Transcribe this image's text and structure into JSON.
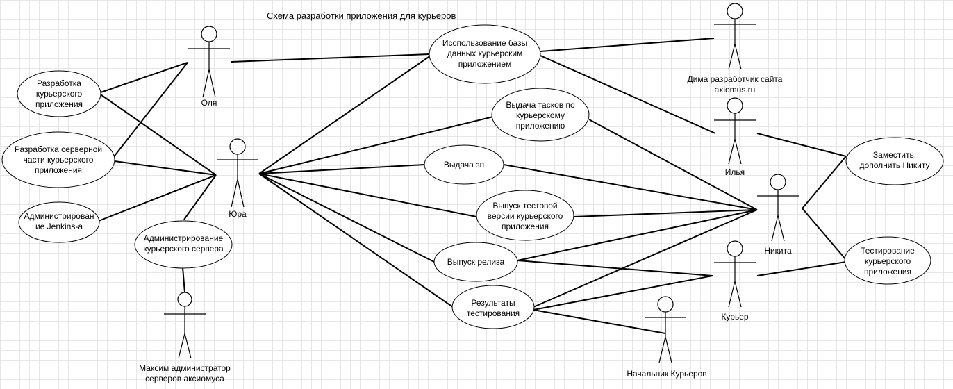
{
  "title": "Схема разработки приложения для курьеров",
  "actors": [
    {
      "id": "olya",
      "lines": [
        "Оля"
      ]
    },
    {
      "id": "yura",
      "lines": [
        "Юра"
      ]
    },
    {
      "id": "dima",
      "lines": [
        "Дима разработчик сайта",
        "axiomus.ru"
      ]
    },
    {
      "id": "ilya",
      "lines": [
        "Илья"
      ]
    },
    {
      "id": "nikita",
      "lines": [
        "Никита"
      ]
    },
    {
      "id": "courier",
      "lines": [
        "Курьер"
      ]
    },
    {
      "id": "boss",
      "lines": [
        "Начальник Курьеров"
      ]
    },
    {
      "id": "maxim",
      "lines": [
        "Максим администратор",
        "серверов аксиомуса"
      ]
    }
  ],
  "use_cases": [
    {
      "id": "uc-courier-app",
      "lines": [
        "Разработка",
        "курьерского",
        "приложения"
      ]
    },
    {
      "id": "uc-server-part",
      "lines": [
        "Разработка серверной",
        "части курьерского",
        "приложения"
      ]
    },
    {
      "id": "uc-jenkins",
      "lines": [
        "Администрирован",
        "ие Jenkins-а"
      ]
    },
    {
      "id": "uc-courier-server",
      "lines": [
        "Администрирование",
        "курьерского сервера"
      ]
    },
    {
      "id": "uc-db-usage",
      "lines": [
        "Исспользование базы",
        "данных курьерским",
        "приложением"
      ]
    },
    {
      "id": "uc-tasks",
      "lines": [
        "Выдача тасков по",
        "курьерскому",
        "приложению"
      ]
    },
    {
      "id": "uc-salary",
      "lines": [
        "Выдача зп"
      ]
    },
    {
      "id": "uc-test-build",
      "lines": [
        "Выпуск тестовой",
        "версии курьерского",
        "приложения"
      ]
    },
    {
      "id": "uc-release",
      "lines": [
        "Выпуск релиза"
      ]
    },
    {
      "id": "uc-test-results",
      "lines": [
        "Результаты",
        "тестирования"
      ]
    },
    {
      "id": "uc-replace",
      "lines": [
        "Заместить,",
        "дополнить Никиту"
      ]
    },
    {
      "id": "uc-testing",
      "lines": [
        "Тестирование",
        "курьерского",
        "приложения"
      ]
    }
  ]
}
